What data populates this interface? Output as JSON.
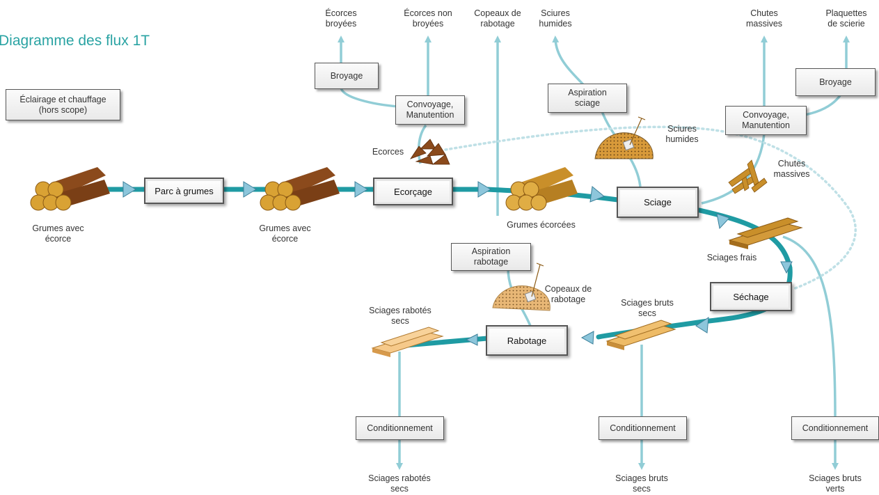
{
  "title": "Diagramme des flux 1T",
  "colors": {
    "main_flow": "#1f9ba3",
    "secondary_flow": "#91cdd6",
    "title": "#2aa3a3",
    "log_dark": "#8b4a1c",
    "log_peeled": "#c98f2a",
    "planed_wood": "#f0c070"
  },
  "boxes": {
    "parc": "Parc à grumes",
    "ecorcage": "Ecorçage",
    "sciage": "Sciage",
    "sechage": "Séchage",
    "rabotage": "Rabotage",
    "eclairage": "Éclairage et chauffage\n(hors scope)",
    "broyage_left": "Broyage",
    "convoyage_left": "Convoyage,\nManutention",
    "aspiration_sciage": "Aspiration\nsciage",
    "convoyage_right": "Convoyage,\nManutention",
    "broyage_right": "Broyage",
    "aspiration_rabotage": "Aspiration\nrabotage",
    "conditionnement_1": "Conditionnement",
    "conditionnement_2": "Conditionnement",
    "conditionnement_3": "Conditionnement"
  },
  "labels": {
    "grumes_ecorce_1": "Grumes avec\nécorce",
    "grumes_ecorce_2": "Grumes avec\nécorce",
    "grumes_ecorcees": "Grumes écorcées",
    "ecorces": "Ecorces",
    "sciures_humides": "Sciures\nhumides",
    "chutes_massives": "Chutes\nmassives",
    "sciages_frais": "Sciages frais",
    "copeaux_rabotage": "Copeaux de\nrabotage",
    "sciages_bruts_secs": "Sciages bruts\nsecs",
    "sciages_rabotes_secs": "Sciages rabotés\nsecs"
  },
  "outputs": {
    "ecorces_broyees": "Écorces\nbroyées",
    "ecorces_non_broyees": "Écorces non\nbroyées",
    "copeaux_rabotage": "Copeaux de\nrabotage",
    "sciures_humides": "Sciures\nhumides",
    "chutes_massives": "Chutes\nmassives",
    "plaquettes_scierie": "Plaquettes\nde scierie",
    "sciages_rabotes_secs": "Sciages rabotés\nsecs",
    "sciages_bruts_secs": "Sciages bruts\nsecs",
    "sciages_bruts_verts": "Sciages bruts\nverts"
  }
}
